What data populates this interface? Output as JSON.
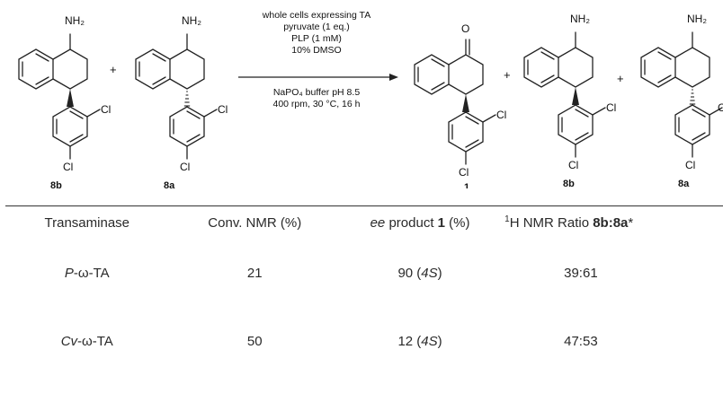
{
  "scheme": {
    "reactants": [
      {
        "id": "8b",
        "group": "NH₂",
        "cl": "Cl"
      },
      {
        "id": "8a",
        "group": "NH₂",
        "cl": "Cl"
      }
    ],
    "products": [
      {
        "id": "1",
        "group": "O",
        "cl": "Cl"
      },
      {
        "id": "8b",
        "group": "NH₂",
        "cl": "Cl"
      },
      {
        "id": "8a",
        "group": "NH₂",
        "cl": "Cl"
      }
    ],
    "plus": "+",
    "conditions_above": [
      "whole cells expressing TA",
      "pyruvate (1 eq.)",
      "PLP (1 mM)",
      "10% DMSO"
    ],
    "conditions_below": [
      "NaPO₄ buffer pH 8.5",
      "400 rpm, 30 °C, 16 h"
    ]
  },
  "table": {
    "headers": {
      "c0": "Transaminase",
      "c1": "Conv. NMR (%)",
      "c2_italic": "ee",
      "c2_mid": " product ",
      "c2_bold": "1",
      "c2_tail": " (%)",
      "c3_sup": "1",
      "c3_text": "H NMR Ratio ",
      "c3_bold": "8b:8a",
      "c3_mark": "*"
    },
    "rows": [
      {
        "ta_italic": "P",
        "ta_rest": "-ω-TA",
        "conv": "21",
        "ee_value": "90 (",
        "ee_config": "4S",
        "ee_close": ")",
        "ratio": "39:61"
      },
      {
        "ta_italic": "Cv",
        "ta_rest": "-ω-TA",
        "conv": "50",
        "ee_value": "12 (",
        "ee_config": "4S",
        "ee_close": ")",
        "ratio": "47:53"
      }
    ]
  }
}
